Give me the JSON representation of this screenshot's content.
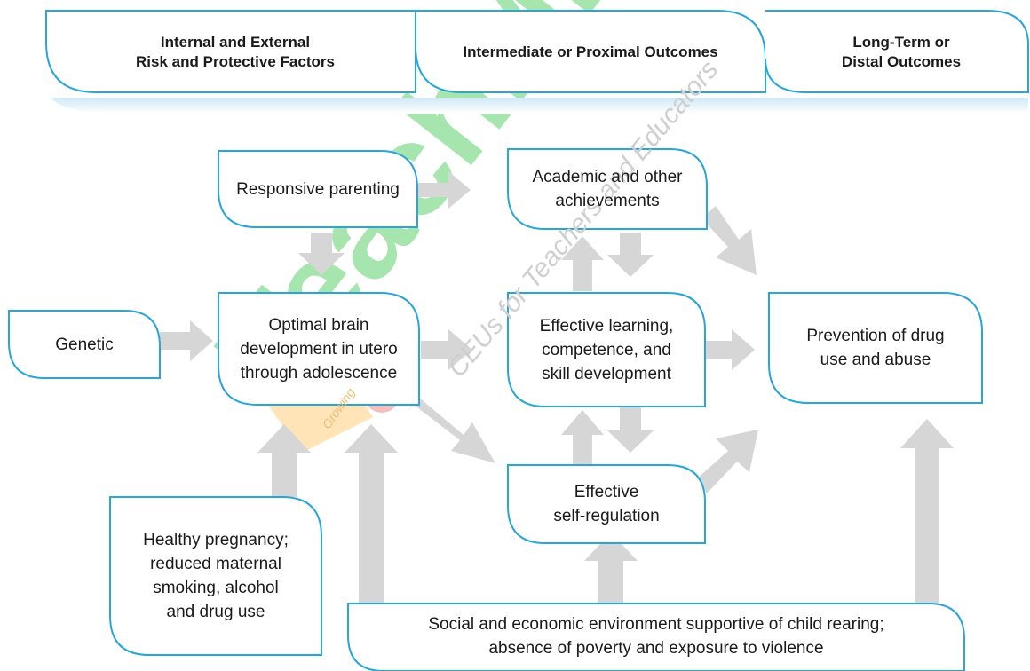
{
  "header": {
    "col1": "Internal and External\nRisk and Protective Factors",
    "col2": "Intermediate or Proximal Outcomes",
    "col3": "Long-Term or\nDistal Outcomes"
  },
  "nodes": {
    "responsive_parenting": "Responsive parenting",
    "academic": "Academic and other\nachievements",
    "genetic": "Genetic",
    "brain": "Optimal brain\ndevelopment in utero\nthrough adolescence",
    "learning": "Effective learning,\ncompetence, and\nskill development",
    "prevention": "Prevention of drug\nuse and abuse",
    "self_regulation": "Effective\nself-regulation",
    "pregnancy": "Healthy pregnancy;\nreduced maternal\nsmoking, alcohol\nand drug use",
    "environment": "Social and economic environment supportive of child rearing;\nabsence of poverty and exposure to violence"
  },
  "watermark": {
    "brand": "TeachME",
    "tagline": "CEUs for Teachers and Educators",
    "small": "Growing"
  },
  "colors": {
    "box_border": "#2aa6d6",
    "arrow": "#d6d6d6",
    "watermark_green": "#2db83d",
    "watermark_orange": "#f5a623"
  }
}
